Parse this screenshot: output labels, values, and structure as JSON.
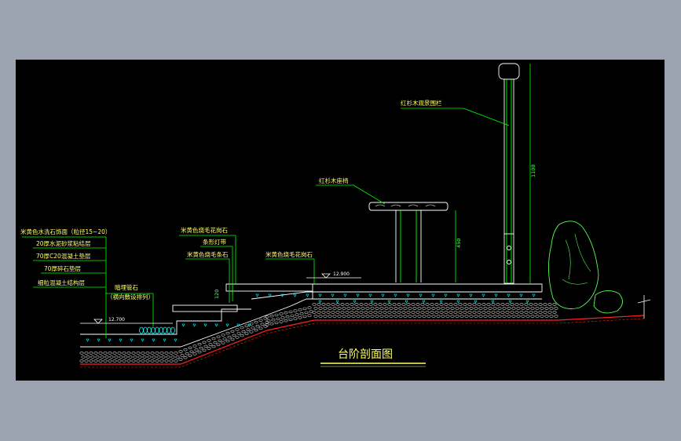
{
  "drawing": {
    "title": "台阶剖面图",
    "left_layers": [
      "米黄色水洗石饰面（粒径15~20）",
      "20厚水泥砂浆粘结层",
      "70厚C20混凝土垫层",
      "70厚碎石垫层",
      "细粒混凝土结构层"
    ],
    "top_notes": {
      "stone_step_top": "米黄色烧毛花岗石",
      "light_strip": "条形灯带",
      "stone_step_face": "米黄色烧毛条石",
      "paving": "米黄色烧毛花岗石"
    },
    "drain_label": "暗埋管石",
    "drain_note": "（横向敷设排列）",
    "seat_label": "红杉木座椅",
    "rail_label": "红杉木观景围栏",
    "elevations": {
      "lower": "12.700",
      "upper": "12.900"
    },
    "dimensions": {
      "step_rise": "120",
      "seat_height": "450",
      "rail_height": "1100"
    }
  },
  "colors": {
    "background": "#000000",
    "outline": "#ffffff",
    "leader": "#00ff00",
    "label": "#ffff66",
    "hatch": "#00ffff",
    "earth": "#ff2222",
    "gravel": "#cccccc"
  }
}
